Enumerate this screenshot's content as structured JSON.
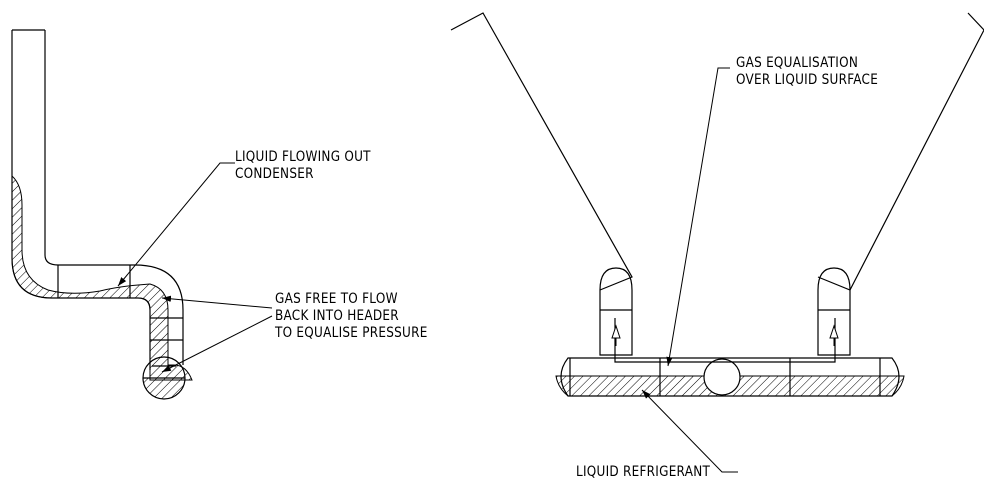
{
  "labels": {
    "liquid_out": [
      "LIQUID FLOWING OUT",
      "CONDENSER"
    ],
    "gas_free": [
      "GAS FREE TO FLOW",
      "BACK INTO HEADER",
      "TO EQUALISE PRESSURE"
    ],
    "gas_equalisation": [
      "GAS EQUALISATION",
      "OVER LIQUID SURFACE"
    ],
    "liquid_refrigerant": "LIQUID REFRIGERANT"
  },
  "colors": {
    "line": "#000000",
    "background": "#ffffff"
  }
}
